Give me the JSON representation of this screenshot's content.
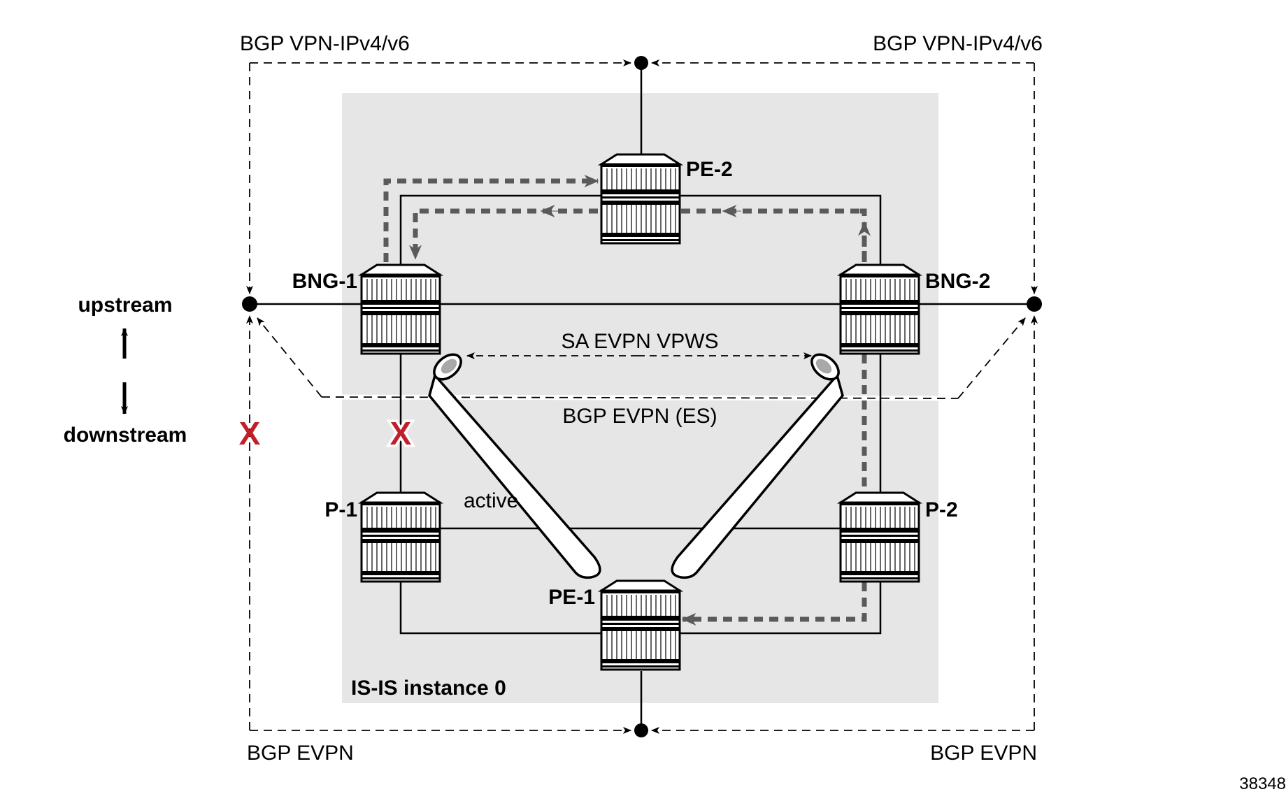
{
  "diagram": {
    "region": {
      "label": "IS-IS instance 0",
      "fill": "#e6e6e6"
    },
    "nodes": [
      {
        "id": "PE-2",
        "label": "PE-2"
      },
      {
        "id": "BNG-1",
        "label": "BNG-1"
      },
      {
        "id": "BNG-2",
        "label": "BNG-2"
      },
      {
        "id": "P-1",
        "label": "P-1"
      },
      {
        "id": "P-2",
        "label": "P-2"
      },
      {
        "id": "PE-1",
        "label": "PE-1"
      }
    ],
    "labels": {
      "bgp_vpn_left": "BGP VPN-IPv4/v6",
      "bgp_vpn_right": "BGP VPN-IPv4/v6",
      "bgp_evpn_left": "BGP EVPN",
      "bgp_evpn_right": "BGP EVPN",
      "sa_evpn_vpws": "SA EVPN VPWS",
      "bgp_evpn_es": "BGP EVPN (ES)",
      "active": "active",
      "upstream": "upstream",
      "downstream": "downstream",
      "figure_id": "38348"
    },
    "failure_marks": [
      {
        "label": "X",
        "location": "BGP session to left endpoint"
      },
      {
        "label": "X",
        "location": "link BNG-1 to P-1"
      }
    ],
    "colors": {
      "failure": "#c0202a",
      "traffic_path": "#5a5a5a",
      "link": "#000000"
    }
  }
}
